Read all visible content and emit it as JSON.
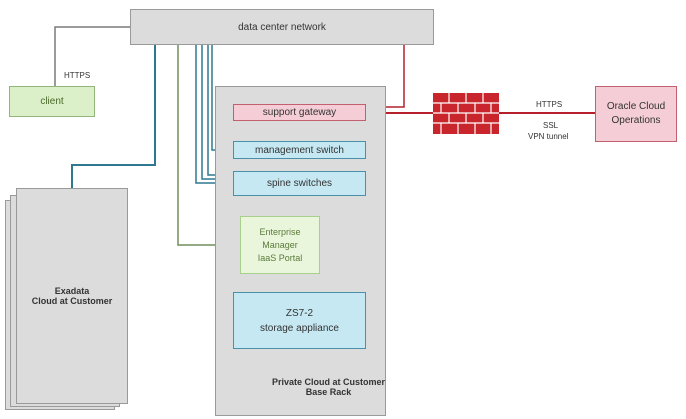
{
  "nodes": {
    "data_center_network": "data center network",
    "client": "client",
    "support_gateway": "support gateway",
    "management_switch": "management switch",
    "spine_switches": "spine switches",
    "em_line1": "Enterprise",
    "em_line2": "Manager",
    "em_line3": "IaaS Portal",
    "zs_line1": "ZS7-2",
    "zs_line2": "storage appliance",
    "exadata_line1": "Exadata",
    "exadata_line2": "Cloud at Customer",
    "rack_line1": "Private Cloud at Customer",
    "rack_line2": "Base Rack",
    "oracle_line1": "Oracle Cloud",
    "oracle_line2": "Operations"
  },
  "edge_labels": {
    "client_https": "HTTPS",
    "oracle_https": "HTTPS",
    "ssl": "SSL",
    "vpn": "VPN tunnel"
  },
  "colors": {
    "gray_line": "#7a7a7a",
    "green_line": "#6f8f5a",
    "teal_line": "#2f7890",
    "red_line": "#b5202a",
    "firewall": "#c8252c"
  }
}
